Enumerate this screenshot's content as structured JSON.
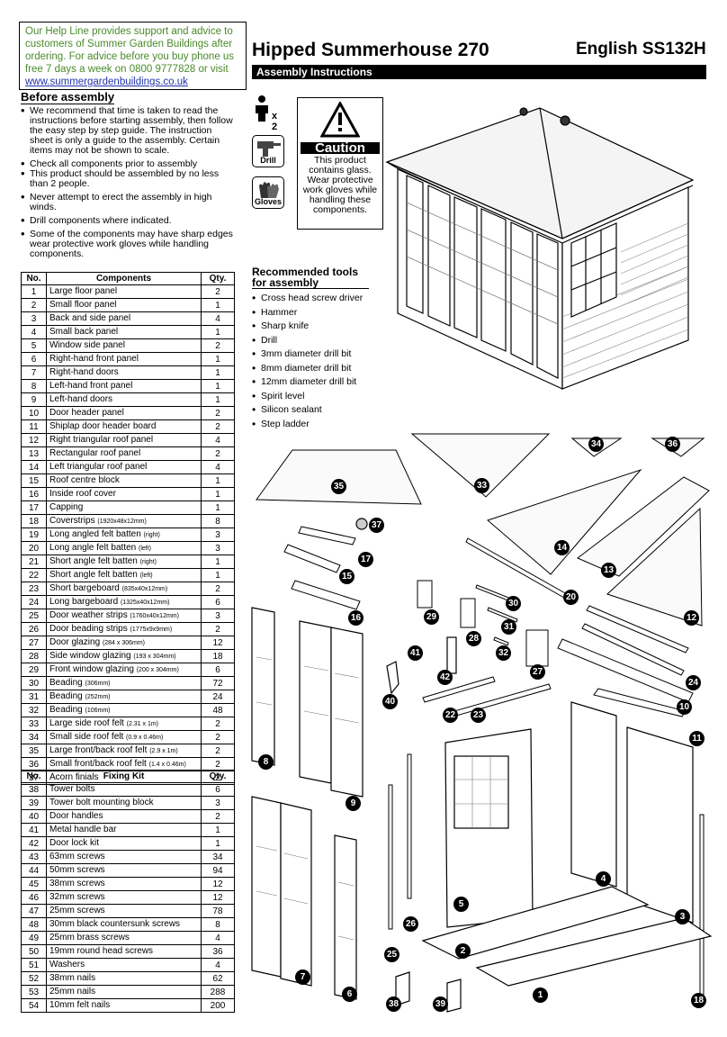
{
  "help": {
    "text": "Our Help Line provides support and advice to customers of Summer Garden Buildings after ordering. For advice before you buy phone us free 7 days a week on 0800 9777828 or visit",
    "url": "www.summergardenbuildings.co.uk"
  },
  "title": "Hipped Summerhouse 270",
  "language_code": "English SS132H",
  "section_bar": "Assembly Instructions",
  "before": {
    "heading": "Before assembly",
    "items": [
      "We recommend that time is taken to read the instructions before starting assembly, then follow the easy step by step guide. The instruction sheet is only a guide to the assembly. Certain items may not be shown to scale.",
      "Check all components prior to assembly",
      "This product should be assembled by no less than 2 people.",
      "Never attempt to erect the assembly in high winds.",
      "Drill components where indicated.",
      "Some of the components may have sharp edges wear protective work gloves while handling components."
    ]
  },
  "components": {
    "headers": [
      "No.",
      "Components",
      "Qty."
    ],
    "rows": [
      [
        "1",
        "Large floor panel",
        "",
        "2"
      ],
      [
        "2",
        "Small floor panel",
        "",
        "1"
      ],
      [
        "3",
        "Back and side panel",
        "",
        "4"
      ],
      [
        "4",
        "Small back panel",
        "",
        "1"
      ],
      [
        "5",
        "Window side panel",
        "",
        "2"
      ],
      [
        "6",
        "Right-hand front panel",
        "",
        "1"
      ],
      [
        "7",
        "Right-hand doors",
        "",
        "1"
      ],
      [
        "8",
        "Left-hand front panel",
        "",
        "1"
      ],
      [
        "9",
        "Left-hand doors",
        "",
        "1"
      ],
      [
        "10",
        "Door header panel",
        "",
        "2"
      ],
      [
        "11",
        "Shiplap door header board",
        "",
        "2"
      ],
      [
        "12",
        "Right triangular roof panel",
        "",
        "4"
      ],
      [
        "13",
        "Rectangular roof panel",
        "",
        "2"
      ],
      [
        "14",
        "Left triangular roof panel",
        "",
        "4"
      ],
      [
        "15",
        "Roof centre block",
        "",
        "1"
      ],
      [
        "16",
        "Inside roof cover",
        "",
        "1"
      ],
      [
        "17",
        "Capping",
        "",
        "1"
      ],
      [
        "18",
        "Coverstrips",
        "(1920x48x12mm)",
        "8"
      ],
      [
        "19",
        "Long angled felt batten",
        "(right)",
        "3"
      ],
      [
        "20",
        "Long angle felt batten",
        "(left)",
        "3"
      ],
      [
        "21",
        "Short angle felt batten",
        "(right)",
        "1"
      ],
      [
        "22",
        "Short angle felt batten",
        "(left)",
        "1"
      ],
      [
        "23",
        "Short bargeboard",
        "(835x40x12mm)",
        "2"
      ],
      [
        "24",
        "Long bargeboard",
        "(1325x40x12mm)",
        "6"
      ],
      [
        "25",
        "Door weather strips",
        "(1760x40x12mm)",
        "3"
      ],
      [
        "26",
        "Door beading strips",
        "(1775x9x9mm)",
        "2"
      ],
      [
        "27",
        "Door glazing",
        "(284 x 306mm)",
        "12"
      ],
      [
        "28",
        "Side window glazing",
        "(193 x 304mm)",
        "18"
      ],
      [
        "29",
        "Front window glazing",
        "(200 x 304mm)",
        "6"
      ],
      [
        "30",
        "Beading",
        "(306mm)",
        "72"
      ],
      [
        "31",
        "Beading",
        "(252mm)",
        "24"
      ],
      [
        "32",
        "Beading",
        "(106mm)",
        "48"
      ],
      [
        "33",
        "Large side roof felt",
        "(2.31 x 1m)",
        "2"
      ],
      [
        "34",
        "Small side roof felt",
        "(0.9 x 0.46m)",
        "2"
      ],
      [
        "35",
        "Large front/back roof felt",
        "(2.9 x 1m)",
        "2"
      ],
      [
        "36",
        "Small front/back roof felt",
        "(1.4 x 0.46m)",
        "2"
      ],
      [
        "37",
        "Acorn finials",
        "",
        "2"
      ]
    ]
  },
  "fixing": {
    "headers": [
      "No.",
      "Fixing Kit",
      "Qty."
    ],
    "rows": [
      [
        "38",
        "Tower bolts",
        "",
        "6"
      ],
      [
        "39",
        "Tower bolt mounting block",
        "",
        "3"
      ],
      [
        "40",
        "Door handles",
        "",
        "2"
      ],
      [
        "41",
        "Metal handle bar",
        "",
        "1"
      ],
      [
        "42",
        "Door lock kit",
        "",
        "1"
      ],
      [
        "43",
        "63mm screws",
        "",
        "34"
      ],
      [
        "44",
        "50mm screws",
        "",
        "94"
      ],
      [
        "45",
        "38mm screws",
        "",
        "12"
      ],
      [
        "46",
        "32mm screws",
        "",
        "12"
      ],
      [
        "47",
        "25mm screws",
        "",
        "78"
      ],
      [
        "48",
        "30mm black countersunk screws",
        "",
        "8"
      ],
      [
        "49",
        "25mm brass screws",
        "",
        "4"
      ],
      [
        "50",
        "19mm round head screws",
        "",
        "36"
      ],
      [
        "51",
        "Washers",
        "",
        "4"
      ],
      [
        "52",
        "38mm nails",
        "",
        "62"
      ],
      [
        "53",
        "25mm nails",
        "",
        "288"
      ],
      [
        "54",
        "10mm felt nails",
        "",
        "200"
      ]
    ]
  },
  "icons": {
    "persons_label": "x 2",
    "drill_label": "Drill",
    "gloves_label": "Gloves"
  },
  "caution": {
    "heading": "Caution",
    "text": "This product contains glass. Wear protective work gloves while handling these components."
  },
  "tools": {
    "heading": "Recommended tools for assembly",
    "items": [
      "Cross head screw driver",
      "Hammer",
      "Sharp knife",
      "Drill",
      "3mm diameter drill bit",
      "8mm diameter drill bit",
      "12mm diameter drill bit",
      "Spirit level",
      "Silicon sealant",
      "Step ladder"
    ]
  },
  "callouts": [
    "1",
    "2",
    "3",
    "4",
    "5",
    "6",
    "7",
    "8",
    "9",
    "10",
    "11",
    "12",
    "13",
    "14",
    "15",
    "16",
    "17",
    "18",
    "20",
    "22",
    "23",
    "24",
    "25",
    "26",
    "27",
    "28",
    "29",
    "30",
    "31",
    "32",
    "33",
    "34",
    "35",
    "36",
    "37",
    "38",
    "39",
    "40",
    "41",
    "42"
  ]
}
